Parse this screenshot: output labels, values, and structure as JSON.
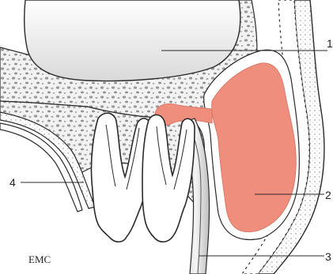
{
  "labels": {
    "l1": "1",
    "l2": "2",
    "l3": "3",
    "l4": "4"
  },
  "logo": "EMC",
  "colors": {
    "lesion": "#ef8e7c",
    "bone_fill": "#e6e6e6",
    "sinus_fill": "#eeeeee",
    "outline": "#2a2a2a"
  }
}
